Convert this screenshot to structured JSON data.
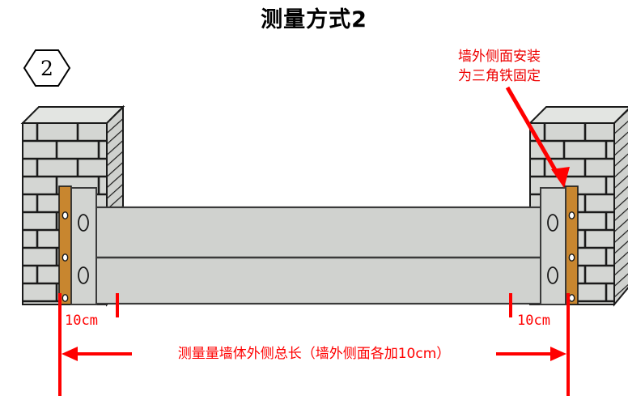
{
  "page": {
    "title": "测量方式2",
    "marker": "2",
    "background_color": "#ffffff"
  },
  "colors": {
    "annotation_red": "#ff0000",
    "note_red": "#ee0000",
    "brick_fill": "#d4d6d3",
    "brick_top_fill": "#e0e2df",
    "brick_side_fill": "#cfd1ce",
    "beam_fill": "#d0d2cf",
    "plate_fill": "#d2d4d1",
    "angle_iron_fill": "#c8862f",
    "outline": "#1a1a1a"
  },
  "annotations": {
    "install_note_line1": "墙外侧面安装",
    "install_note_line2": "为三角铁固定",
    "dimension_left": "10cm",
    "dimension_right": "10cm",
    "total_span_label": "测量量墙体外侧总长（墙外侧面各加10cm）"
  },
  "parts": {
    "left_pillar": "brick-pillar-left",
    "right_pillar": "brick-pillar-right",
    "beam": "horizontal-beam",
    "left_angle_iron": "angle-iron-left",
    "right_angle_iron": "angle-iron-right",
    "left_plate": "mounting-plate-left",
    "right_plate": "mounting-plate-right"
  }
}
